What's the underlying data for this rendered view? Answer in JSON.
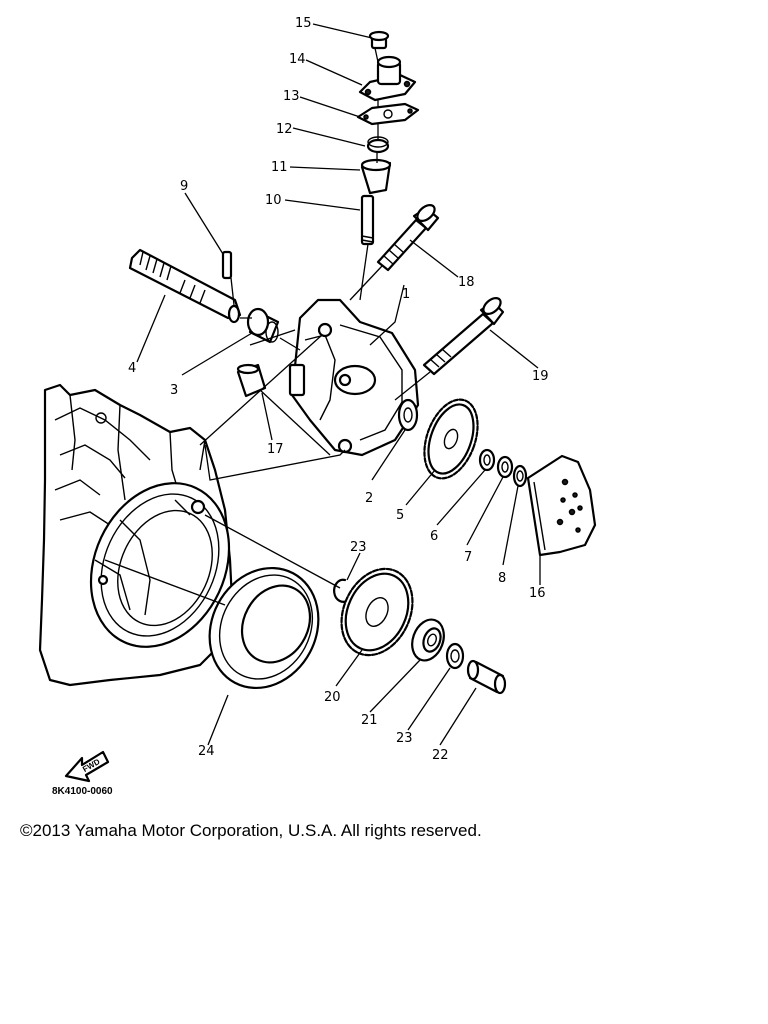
{
  "diagram": {
    "part_labels": [
      {
        "id": "p15",
        "text": "15"
      },
      {
        "id": "p14",
        "text": "14"
      },
      {
        "id": "p13",
        "text": "13"
      },
      {
        "id": "p12",
        "text": "12"
      },
      {
        "id": "p11",
        "text": "11"
      },
      {
        "id": "p10",
        "text": "10"
      },
      {
        "id": "p9",
        "text": "9"
      },
      {
        "id": "p18",
        "text": "18"
      },
      {
        "id": "p1",
        "text": "1"
      },
      {
        "id": "p4",
        "text": "4"
      },
      {
        "id": "p3",
        "text": "3"
      },
      {
        "id": "p19",
        "text": "19"
      },
      {
        "id": "p17",
        "text": "17"
      },
      {
        "id": "p2",
        "text": "2"
      },
      {
        "id": "p5",
        "text": "5"
      },
      {
        "id": "p6",
        "text": "6"
      },
      {
        "id": "p7",
        "text": "7"
      },
      {
        "id": "p8",
        "text": "8"
      },
      {
        "id": "p16",
        "text": "16"
      },
      {
        "id": "p23a",
        "text": "23"
      },
      {
        "id": "p20",
        "text": "20"
      },
      {
        "id": "p21",
        "text": "21"
      },
      {
        "id": "p23b",
        "text": "23"
      },
      {
        "id": "p22",
        "text": "22"
      },
      {
        "id": "p24",
        "text": "24"
      }
    ],
    "forward_marker": "FWD",
    "drawing_code": "8K4100-0060"
  },
  "copyright": "©2013 Yamaha Motor Corporation, U.S.A. All rights reserved."
}
